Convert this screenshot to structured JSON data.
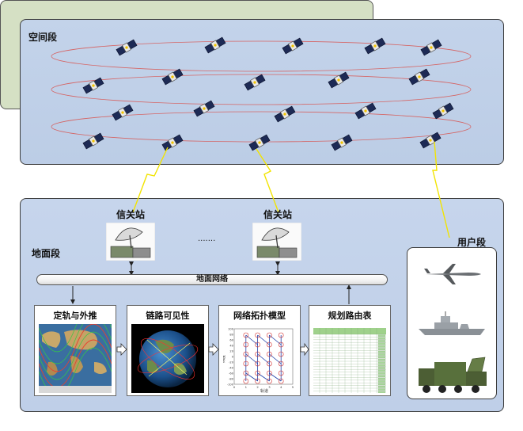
{
  "space_segment": {
    "label": "空间段"
  },
  "ground_segment": {
    "label": "地面段",
    "gateway_left": "信关站",
    "gateway_right": "信关站",
    "ellipsis": ".......",
    "network_label": "地面网络"
  },
  "user_segment": {
    "label": "用户段"
  },
  "process": {
    "steps": [
      "定轨与外推",
      "链路可见性",
      "网络拓扑模型",
      "规划路由表"
    ]
  },
  "topology_chart": {
    "xlabel": "轨道",
    "ylabel": "纬度",
    "x_ticks": [
      "0",
      "1",
      "2",
      "3",
      "4",
      "5"
    ],
    "y_ticks": [
      "-100",
      "-80",
      "-60",
      "-40",
      "-20",
      "0",
      "20",
      "40",
      "60",
      "80",
      "100"
    ]
  },
  "colors": {
    "space_bg": "#c3d3ea",
    "ground_bg": "#c6d5ec",
    "process_bg": "#d5e0c4",
    "orbit": "#d9534f",
    "link": "#f2e400",
    "table_header": "#9fd18b"
  }
}
